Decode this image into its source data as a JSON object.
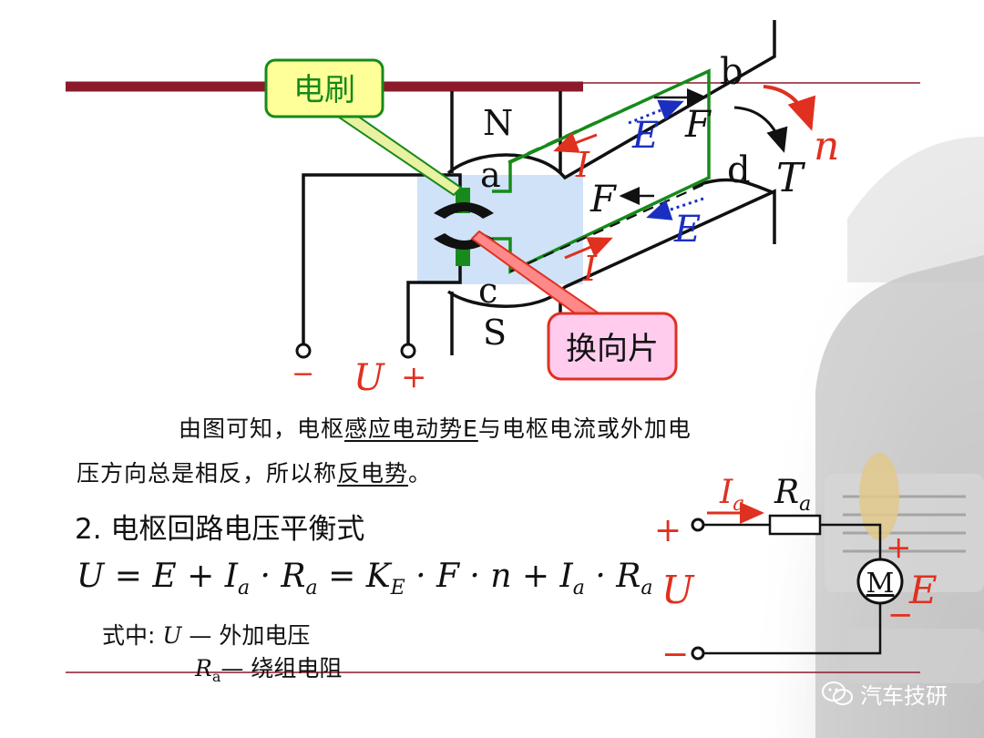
{
  "diagram": {
    "brush_label": "电刷",
    "commutator_label": "换向片",
    "pole_n": "N",
    "pole_s": "S",
    "conductor_a": "a",
    "conductor_b": "b",
    "conductor_c": "c",
    "conductor_d": "d",
    "force_upper": "F",
    "force_lower": "F",
    "emf_upper": "E",
    "emf_lower": "E",
    "current_upper": "I",
    "current_lower": "I",
    "torque": "T",
    "speed": "n",
    "terminal_minus": "−",
    "terminal_u": "U",
    "terminal_plus": "+"
  },
  "text": {
    "line1_a": "由图可知，电枢",
    "line1_u": "感应电动势E",
    "line1_b": "与电枢电流或外加电",
    "line2_a": "压方向总是相反，所以称",
    "line2_u": "反电势",
    "line2_b": "。",
    "heading": "2.  电枢回路电压平衡式",
    "def_prefix": "式中:",
    "def1_sym": "U",
    "def1_text": "— 外加电压",
    "def2_sym": "R",
    "def2_sub": "a",
    "def2_text": "— 绕组电阻"
  },
  "formula": {
    "p1": "U = E + I",
    "s1": "a",
    "p2": " · R",
    "s2": "a",
    "p3": " = K",
    "s3": "E",
    "p4": " · F · n + I",
    "s4": "a",
    "p5": " · R",
    "s5": "a"
  },
  "circuit": {
    "current_label": "I",
    "current_sub": "a",
    "resistor_label": "R",
    "resistor_sub": "a",
    "plus_in": "+",
    "voltage": "U",
    "minus_in": "−",
    "motor": "M",
    "emf_plus": "+",
    "emf": "E",
    "emf_minus": "−"
  },
  "watermark": {
    "text": "汽车技研",
    "icon": "wechat-icon"
  },
  "colors": {
    "rule": "#8b1a2a",
    "label_red": "#e03020",
    "emf_blue": "#1a2fc0",
    "coil_green": "#168a1a",
    "brush_box": "#ffff99",
    "commutator_box": "#ffccee",
    "shade_blue": "#cfe2f7"
  }
}
